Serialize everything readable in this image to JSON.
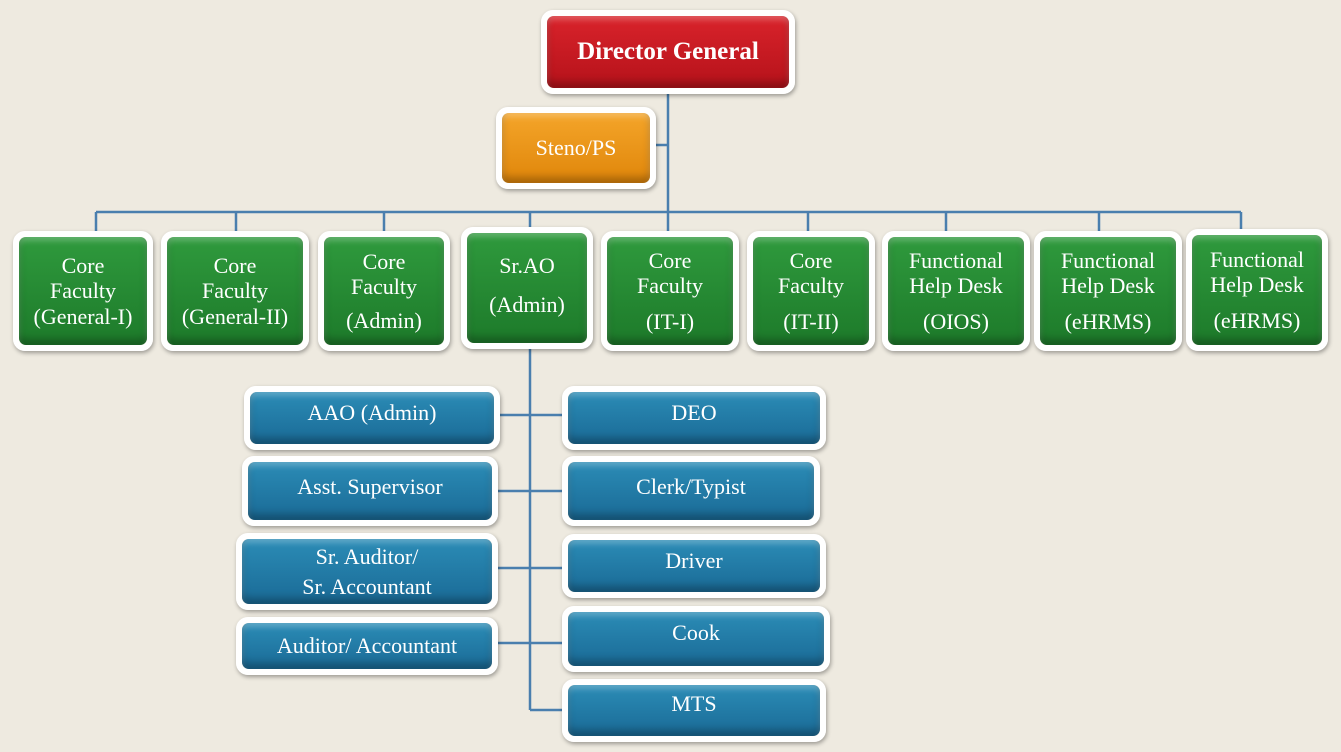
{
  "director": {
    "label": "Director General"
  },
  "steno": {
    "label": "Steno/PS"
  },
  "row": [
    {
      "lines": [
        "Core",
        "Faculty",
        "(General-I)"
      ]
    },
    {
      "lines": [
        "Core",
        "Faculty",
        "(General-II)"
      ]
    },
    {
      "lines": [
        "Core",
        "Faculty",
        "(Admin)"
      ]
    },
    {
      "lines": [
        "Sr.AO",
        "(Admin)"
      ]
    },
    {
      "lines": [
        "Core",
        "Faculty",
        "(IT-I)"
      ]
    },
    {
      "lines": [
        "Core",
        "Faculty",
        "(IT-II)"
      ]
    },
    {
      "lines": [
        "Functional",
        "Help Desk",
        "(OIOS)"
      ]
    },
    {
      "lines": [
        "Functional",
        "Help Desk",
        "(eHRMS)"
      ]
    },
    {
      "lines": [
        "Functional",
        "Help Desk",
        "(eHRMS)"
      ]
    }
  ],
  "left_staff": [
    {
      "lines": [
        "AAO (Admin)"
      ]
    },
    {
      "lines": [
        "Asst. Supervisor"
      ]
    },
    {
      "lines": [
        "Sr. Auditor/",
        "Sr. Accountant"
      ]
    },
    {
      "lines": [
        "Auditor/ Accountant"
      ]
    }
  ],
  "right_staff": [
    {
      "lines": [
        "DEO"
      ]
    },
    {
      "lines": [
        "Clerk/Typist"
      ]
    },
    {
      "lines": [
        "Driver"
      ]
    },
    {
      "lines": [
        "Cook"
      ]
    },
    {
      "lines": [
        "MTS"
      ]
    }
  ],
  "colors": {
    "director": "#c81c24",
    "steno": "#ec9518",
    "faculty": "#26893a",
    "staff": "#2179a6",
    "connector": "#4a7fae"
  }
}
